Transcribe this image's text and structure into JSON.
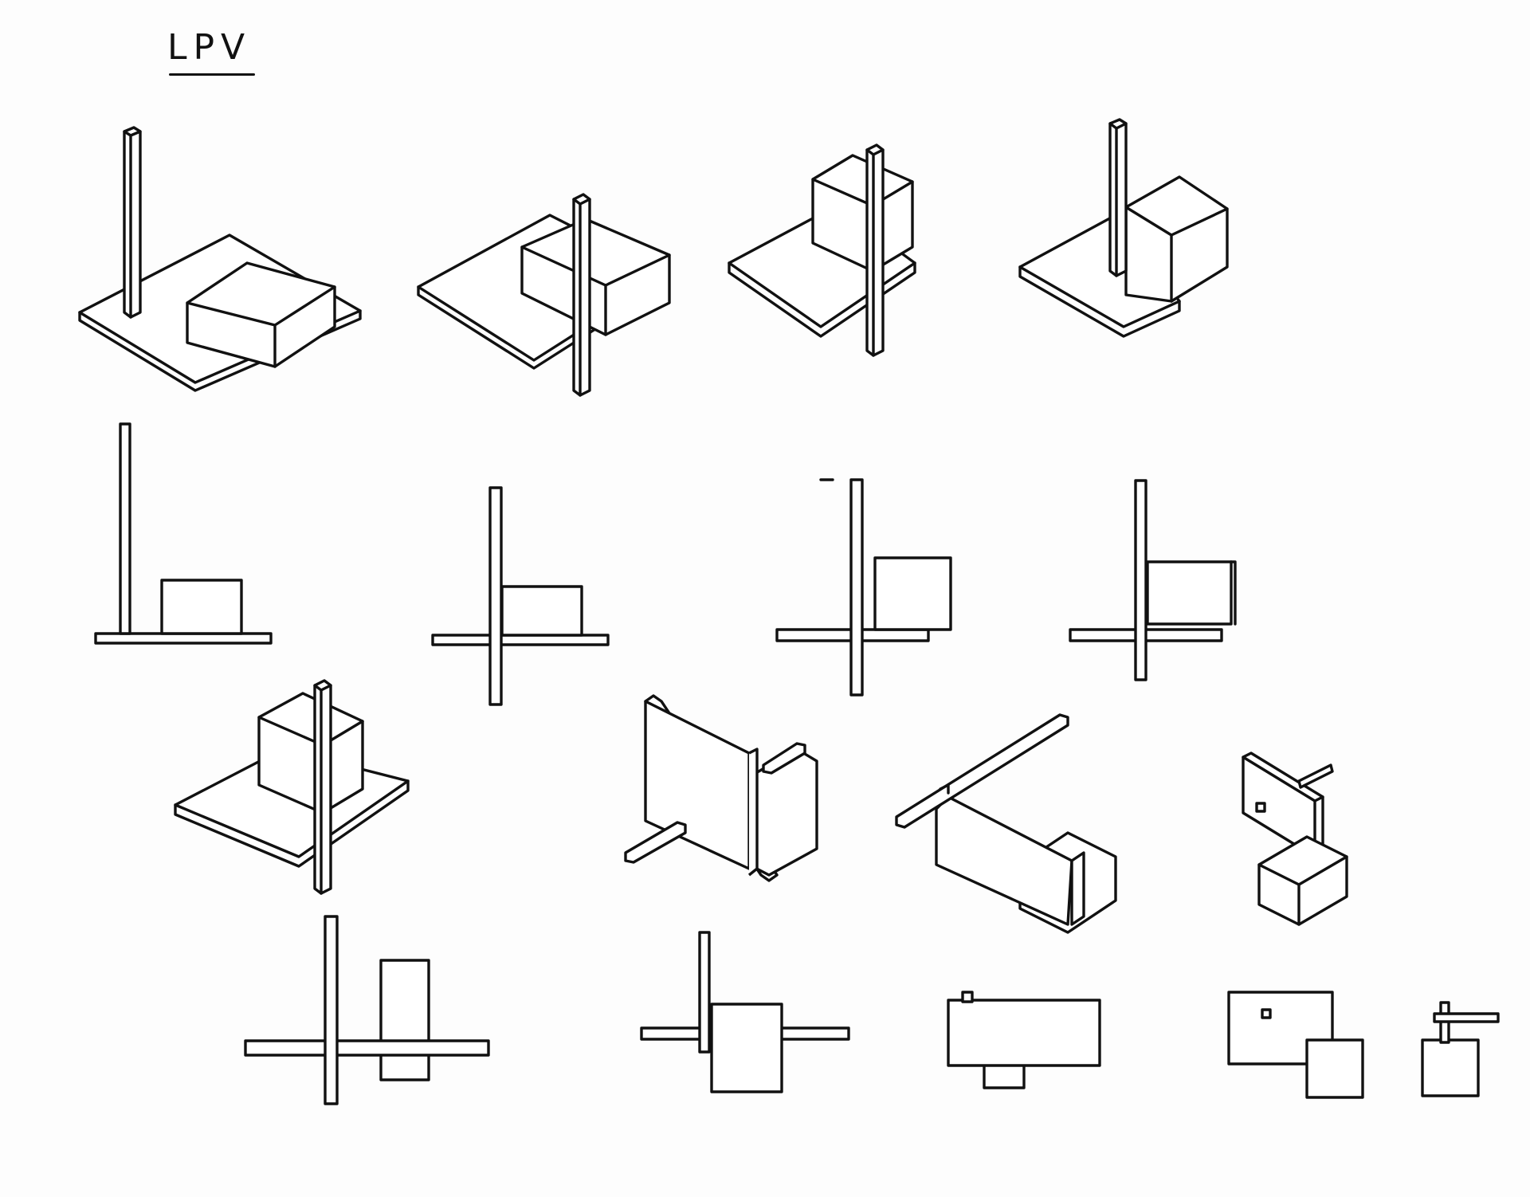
{
  "sheet": {
    "title": "LPV"
  },
  "rows": [
    {
      "name": "isometric-row",
      "count": 4
    },
    {
      "name": "elevation-row",
      "count": 4
    },
    {
      "name": "exploded-isometric-row",
      "count": 4
    },
    {
      "name": "exploded-elevation-row",
      "count": 5
    }
  ],
  "colors": {
    "ink": "#111111",
    "paper": "#fdfdfd"
  }
}
